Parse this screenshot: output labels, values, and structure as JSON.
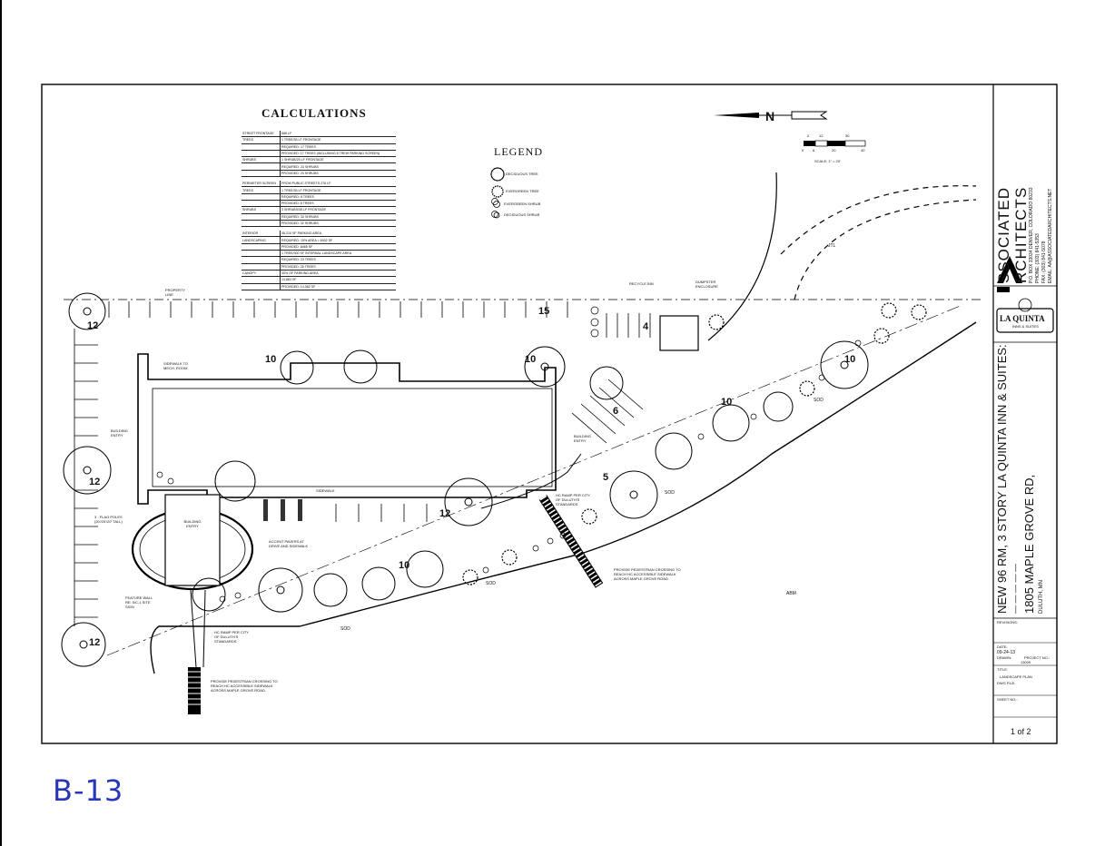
{
  "calculations": {
    "title": "CALCULATIONS",
    "rows": [
      [
        "STREET FRONTAGE",
        "586 LF"
      ],
      [
        "TREES",
        "1 TREE/35 LF FRONTAGE"
      ],
      [
        "",
        "REQUIRED: 17 TREES"
      ],
      [
        "",
        "PROVIDED: 17 TREES (INCLUDING 8 TREW PARKING SCREEN)"
      ],
      [
        "SHRUBS",
        "1 SHRUB/25 LF FRONTAGE"
      ],
      [
        "",
        "REQUIRED: 23 SHRUBS"
      ],
      [
        "",
        "PROVIDED: 23 SHRUBS"
      ],
      [
        "",
        ""
      ],
      [
        "PERIMETER SCREEN",
        "FROM PUBLIC STREETS   276 LF"
      ],
      [
        "TREES",
        "1 TREE/35 LF FRONTAGE"
      ],
      [
        "",
        "REQUIRED: 8 TREES"
      ],
      [
        "",
        "PROVIDED: 8 TREES"
      ],
      [
        "SHRUBS",
        "3 SHRUBS/35 LF FRONTAGE"
      ],
      [
        "",
        "REQUIRED: 32 SHRUBS"
      ],
      [
        "",
        "PROVIDED: 32 SHRUBS"
      ],
      [
        "",
        ""
      ],
      [
        "INTERIOR",
        "46,210 SF PARKING AREA"
      ],
      [
        "LANDSCAPING",
        "REQUIRED: 15% AREA = 6932 SF"
      ],
      [
        "",
        "PROVIDED: 8465 SF"
      ],
      [
        "",
        "1 TREE/300 SF INTERNAL LANDSCAPE AREA"
      ],
      [
        "",
        "REQUIRED: 23 TREES"
      ],
      [
        "",
        "PROVIDED: 26 TREES"
      ],
      [
        "CANOPY",
        "30% OF PARKING AREA"
      ],
      [
        "",
        "13,863 SF"
      ],
      [
        "",
        "PROVIDED: 14,362 SF"
      ]
    ]
  },
  "legend": {
    "title": "LEGEND",
    "items": [
      "DECIDUOUS TREE",
      "EVERGREEN TREE",
      "EVERGREEN SHRUB",
      "DECIDUOUS SHRUB"
    ]
  },
  "scale": {
    "ticks": [
      "0",
      "6",
      "20",
      "40"
    ],
    "top_ticks": [
      "2",
      "12",
      "30"
    ],
    "label": "SCALE: 1\" = 20'"
  },
  "north_label": "N",
  "plan_numbers": [
    "15",
    "4",
    "10",
    "10",
    "6",
    "5",
    "12",
    "12",
    "10",
    "10",
    "12",
    "10",
    "12"
  ],
  "plan_labels": {
    "property_line": "PROPERTY LINE",
    "recycle_bin": "RECYCLE BIN",
    "dumpster": "DUMPSTER ENCLOSURE",
    "sidewalk_to_mech": "SIDEWALK TO MECH. ROOM",
    "building_entry_left": "BUILDING ENTRY",
    "building_entry_right": "BUILDING ENTRY",
    "building_entry_main": "BUILDING ENTRY",
    "flag_poles": "3 - FLAG POLES (20'/25'/20' TALL)",
    "accent_pavers": "ACCENT PAVERS AT DRIVE AND SIDEWALK",
    "feature_wall": "FEATURE WALL RE: 5/C-1 SITE SIGN",
    "hc_ramp_left": "HC RAMP PER CITY OF DULUTH'S STANDARDS",
    "hc_ramp_mid": "HC RAMP PER CITY OF DULUTH'S STANDARDS",
    "crossing_left": "PROVIDE PEDESTRIAN CROSSING TO REACH HC ACCESSIBLE SIDEWALK ACROSS MAPLE GROVE ROAD.",
    "crossing_right": "PROVIDE PEDESTRIAN CROSSING TO REACH HC ACCESSIBLE SIDEWALK ACROSS MAPLE GROVE ROAD.",
    "sidewalk": "SIDEWALK",
    "sod": "SOD",
    "abm": "ABM",
    "jtl": "JTL"
  },
  "title_block": {
    "firm_line1": "SSOCIATED",
    "firm_line2": "RCHITECTS",
    "firm_address": "P.O. BOX 33034 DENVER, COLORADO 80233",
    "firm_phone": "PHONE: (303) 841-5353",
    "firm_fax": "FAX: (303) 841-5078",
    "firm_email": "EMAIL: AA@ASSOCIATEDARCHITECTS.NET",
    "client_logo": "LA QUINTA",
    "client_logo_sub": "INNS & SUITES",
    "project_title": "NEW 96 RM, 3 STORY LA QUINTA INN & SUITES:",
    "project_dashes": "— — — — —",
    "address": "1805 MAPLE GROVE RD,",
    "city": "DULUTH, MN",
    "revisions_label": "REVISIONS:",
    "date_label": "DATE:",
    "date": "09-24-13",
    "drawn_label": "DRAWN:",
    "project_no_label": "PROJECT NO.:",
    "project_no": "13009",
    "title_label": "TITLE:",
    "title": "LANDSCAPE PLAN",
    "dwg_label": "DWG FILE:",
    "sheet_label": "SHEET NO.:",
    "sheet": "1 of 2"
  },
  "handwritten": "B-13"
}
